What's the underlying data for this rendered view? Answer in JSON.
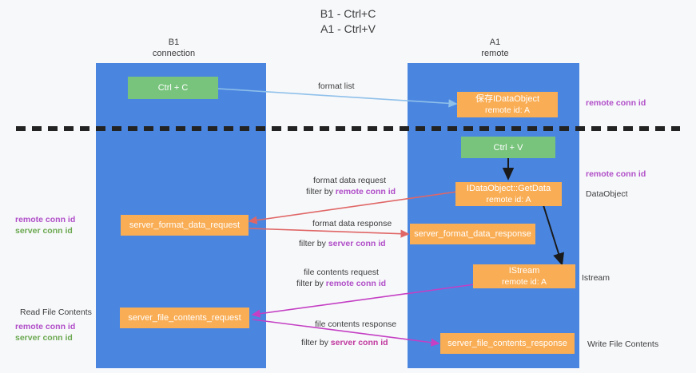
{
  "title": "B1 - Ctrl+C\nA1 - Ctrl+V",
  "colors": {
    "lane": "#4a86e0",
    "green_node": "#78c47c",
    "orange_node": "#f9ad54",
    "remote_conn_id": "#b04ec8",
    "server_conn_id": "#6aa84f",
    "format_arrow": "#e06666",
    "file_arrow": "#c43fc4",
    "clipboard_arrow": "#8fc0ea",
    "flow_arrow": "#1a1a1a",
    "divider": "#232323",
    "background": "#f7f8fa"
  },
  "lanes": [
    {
      "id": "b1",
      "title": "B1\nconnection"
    },
    {
      "id": "a1",
      "title": "A1\nremote"
    }
  ],
  "nodes": {
    "ctrl_c": {
      "line1": "Ctrl + C"
    },
    "save_idataobject": {
      "line1": "保存IDataObject",
      "line2": "remote id: A"
    },
    "ctrl_v": {
      "line1": "Ctrl + V"
    },
    "getdata": {
      "line1": "IDataObject::GetData",
      "line2": "remote id: A"
    },
    "server_format_data_request": {
      "line1": "server_format_data_request"
    },
    "server_format_data_response": {
      "line1": "server_format_data_response"
    },
    "istream": {
      "line1": "IStream",
      "line2": "remote id: A"
    },
    "server_file_contents_request": {
      "line1": "server_file_contents_request"
    },
    "server_file_contents_response": {
      "line1": "server_file_contents_response"
    }
  },
  "edge_labels": {
    "format_list": "format list",
    "format_data_request": "format data request",
    "format_data_request_filter_prefix": "filter by ",
    "format_data_request_filter_key": "remote conn id",
    "format_data_response": "format data response",
    "format_data_response_filter_prefix": "filter by ",
    "format_data_response_filter_key": "server conn id",
    "file_contents_request": "file contents request",
    "file_contents_request_filter_prefix": "filter by ",
    "file_contents_request_filter_key": "remote conn id",
    "file_contents_response": "file contents response",
    "file_contents_response_filter_prefix": "filter by ",
    "file_contents_response_filter_key": "server conn id"
  },
  "right_labels": {
    "remote_conn_id_top": "remote conn id",
    "remote_conn_id_mid": "remote conn id",
    "dataobject": "DataObject",
    "istream": "Istream",
    "write_file_contents": "Write File Contents"
  },
  "left_labels": {
    "remote_conn_id_mid": "remote conn id",
    "server_conn_id_mid": "server conn id",
    "read_file_contents": "Read File Contents",
    "remote_conn_id_bottom": "remote conn id",
    "server_conn_id_bottom": "server conn id"
  }
}
